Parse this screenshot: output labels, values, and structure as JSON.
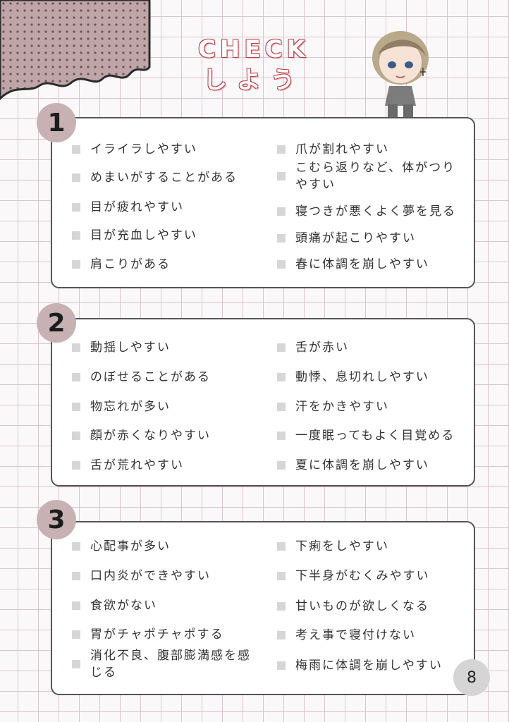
{
  "title": {
    "line1": "CHECK",
    "line2": "しよう"
  },
  "page_number": "8",
  "sections": [
    {
      "number": "1",
      "left": [
        "イライラしやすい",
        "めまいがすることがある",
        "目が疲れやすい",
        "目が充血しやすい",
        "肩こりがある"
      ],
      "right": [
        "爪が割れやすい",
        "こむら返りなど、体がつりやすい",
        "寝つきが悪くよく夢を見る",
        "頭痛が起こりやすい",
        "春に体調を崩しやすい"
      ]
    },
    {
      "number": "2",
      "left": [
        "動揺しやすい",
        "のぼせることがある",
        "物忘れが多い",
        "顔が赤くなりやすい",
        "舌が荒れやすい"
      ],
      "right": [
        "舌が赤い",
        "動悸、息切れしやすい",
        "汗をかきやすい",
        "一度眠ってもよく目覚める",
        "夏に体調を崩しやすい"
      ]
    },
    {
      "number": "3",
      "left": [
        "心配事が多い",
        "口内炎ができやすい",
        "食欲がない",
        "胃がチャポチャポする",
        "消化不良、腹部膨満感を感じる"
      ],
      "right": [
        "下痢をしやすい",
        "下半身がむくみやすい",
        "甘いものが欲しくなる",
        "考え事で寝付けない",
        "梅雨に体調を崩しやすい"
      ]
    }
  ],
  "colors": {
    "accent_title": "#b9434a",
    "number_badge": "#c7b1b2",
    "corner_pattern": "#bfa5a8"
  }
}
